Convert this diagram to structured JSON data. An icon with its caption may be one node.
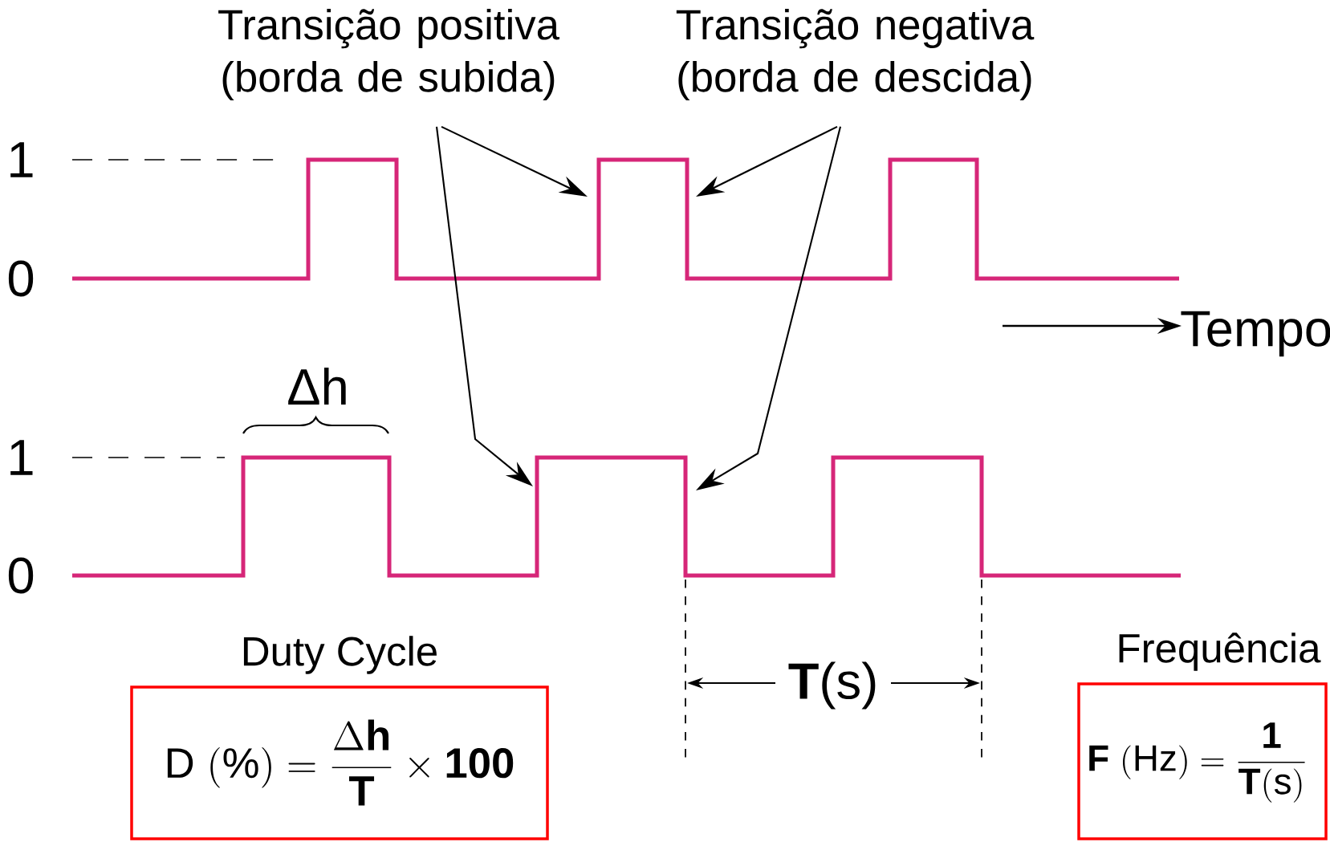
{
  "diagram": {
    "nodes": [
      {
        "text": [
          "Transição positiva (borda de subida)"
        ]
      },
      {
        "text": [
          "Transição negativa (borda de descida)"
        ]
      },
      {
        "text": [
          "Duty Cycle",
          "\\mathrm{D\\ (\\%)} = \\frac{\\Delta\\mathbf{h}}{\\mathbf{T}} \\times \\mathbf{100}"
        ]
      },
      {
        "text": [
          "Frequência",
          "\\mathbf{F}\\ \\mathrm{(Hz)} = \\frac{\\mathbf{1}}{\\mathbf{T}\\mathrm{(s)}}"
        ]
      }
    ],
    "edges": [
      {
        "from": 0,
        "to": null,
        "arrow": "to"
      },
      {
        "from": 0,
        "to": null,
        "arrow": "to"
      },
      {
        "from": 1,
        "to": null,
        "arrow": "to"
      },
      {
        "from": 1,
        "to": null,
        "arrow": "to"
      }
    ],
    "labels": [
      "1",
      "0",
      "Tempo",
      "Δh",
      "1",
      "0",
      "**T**(s)"
    ]
  }
}
